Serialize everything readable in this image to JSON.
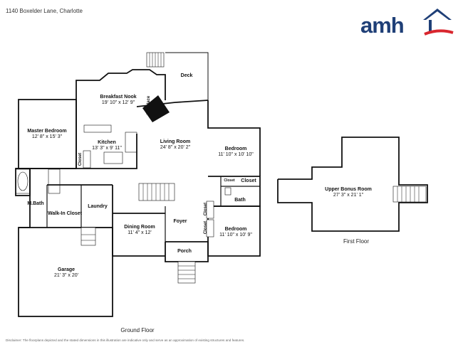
{
  "header": {
    "address": "1140 Boxelder Lane, Charlotte"
  },
  "logo": {
    "text": "amh",
    "house_color": "#1f3f77",
    "swoosh_color": "#d9262e"
  },
  "rooms": {
    "deck": {
      "name": "Deck"
    },
    "breakfast_nook": {
      "name": "Breakfast Nook",
      "dims": "19' 10\" x 12' 9\""
    },
    "fireplace": {
      "name": "Fireplace"
    },
    "master_bedroom": {
      "name": "Master Bedroom",
      "dims": "12' 8\" x 15' 3\""
    },
    "kitchen": {
      "name": "Kitchen",
      "dims": "13' 3\" x 9' 11\""
    },
    "living_room": {
      "name": "Living Room",
      "dims": "24' 8\" x 20' 2\""
    },
    "bedroom_1": {
      "name": "Bedroom",
      "dims": "11' 10\" x 10' 10\""
    },
    "closet_kitchen": {
      "name": "Closet"
    },
    "closet_a": {
      "name": "Closet"
    },
    "closet_b": {
      "name": "Closet"
    },
    "bath": {
      "name": "Bath"
    },
    "m_bath": {
      "name": "M.Bath"
    },
    "walk_in_closet": {
      "name": "Walk-In Closet"
    },
    "laundry": {
      "name": "Laundry"
    },
    "dining_room": {
      "name": "Dining Room",
      "dims": "11' 4\" x 12'"
    },
    "foyer": {
      "name": "Foyer"
    },
    "closet_foyer_1": {
      "name": "Closet"
    },
    "closet_foyer_2": {
      "name": "Closet"
    },
    "bedroom_2": {
      "name": "Bedroom",
      "dims": "11' 10\" x 10' 9\""
    },
    "porch": {
      "name": "Porch"
    },
    "garage": {
      "name": "Garage",
      "dims": "21' 3\" x 20'"
    },
    "upper_bonus_room": {
      "name": "Upper Bonus Room",
      "dims": "27' 3\" x 21' 1\""
    }
  },
  "floors": {
    "ground": "Ground Floor",
    "first": "First Floor"
  },
  "footer": {
    "disclaimer": "Disclaimer: The floorplans depicted and the stated dimensions in this illustration are indicative only and serve as an approximation of existing structures and features."
  }
}
